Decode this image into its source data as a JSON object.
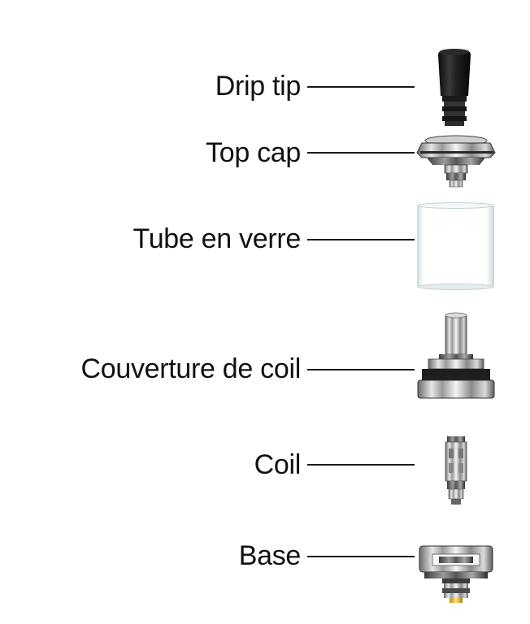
{
  "parts": [
    {
      "id": "drip-tip",
      "label": "Drip tip",
      "icon": "drip-tip-icon"
    },
    {
      "id": "top-cap",
      "label": "Top cap",
      "icon": "top-cap-icon"
    },
    {
      "id": "glass-tube",
      "label": "Tube en verre",
      "icon": "glass-tube-icon"
    },
    {
      "id": "coil-cover",
      "label": "Couverture de coil",
      "icon": "coil-cover-icon"
    },
    {
      "id": "coil",
      "label": "Coil",
      "icon": "coil-icon"
    },
    {
      "id": "base",
      "label": "Base",
      "icon": "base-icon"
    }
  ],
  "colors": {
    "text": "#111111",
    "leader_line": "#1a1a1a",
    "black_plastic": "#1c1c1c",
    "steel": "#b8b8b8",
    "steel_dark": "#555555",
    "glass": "#eef3f5",
    "contact_gold": "#e8c13a"
  }
}
